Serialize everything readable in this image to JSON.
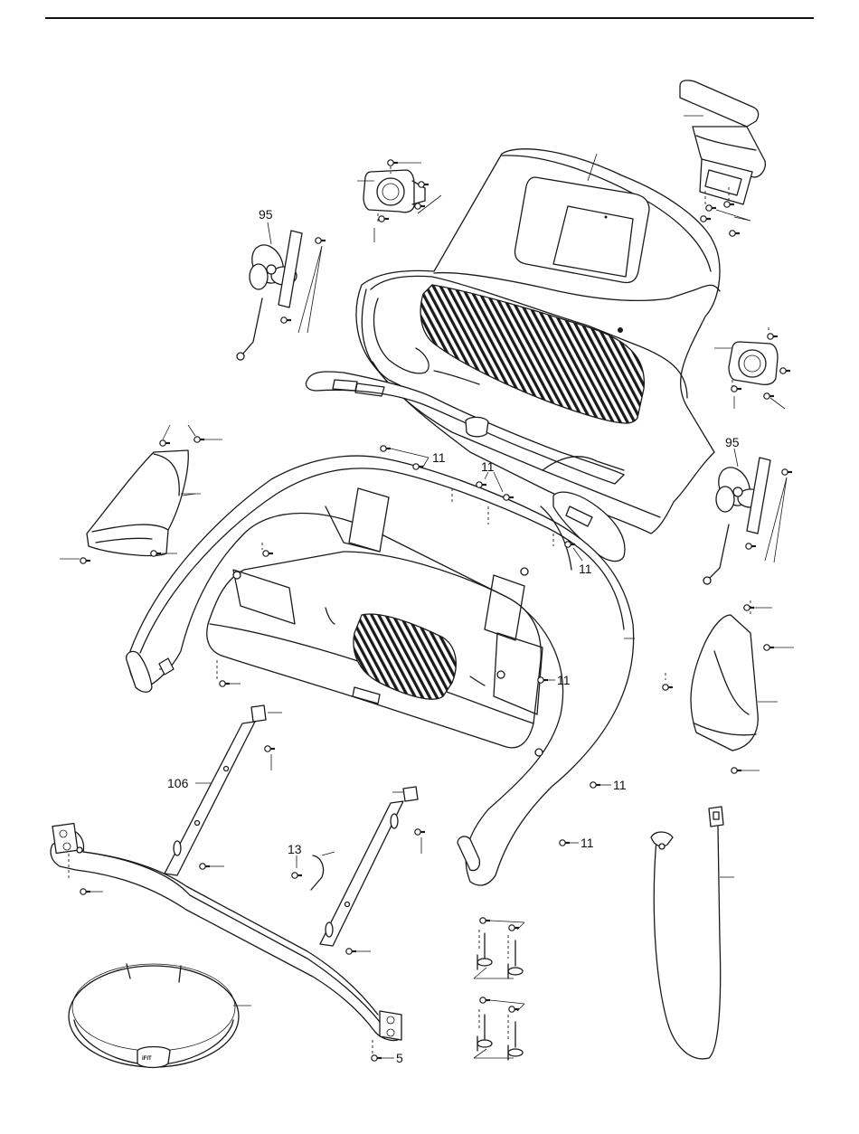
{
  "callouts": {
    "fan_left": "95",
    "fan_right": "95",
    "screw_upper_a": "11",
    "screw_upper_b": "11",
    "screw_mid_right": "11",
    "screw_right_a": "11",
    "screw_right_b": "11",
    "screw_right_c": "11",
    "upright_leg": "106",
    "wire_13": "13",
    "base_screw": "5"
  },
  "chest_strap_badge": "iFIT",
  "colors": {
    "line": "#1a1a1a",
    "background": "#ffffff"
  }
}
